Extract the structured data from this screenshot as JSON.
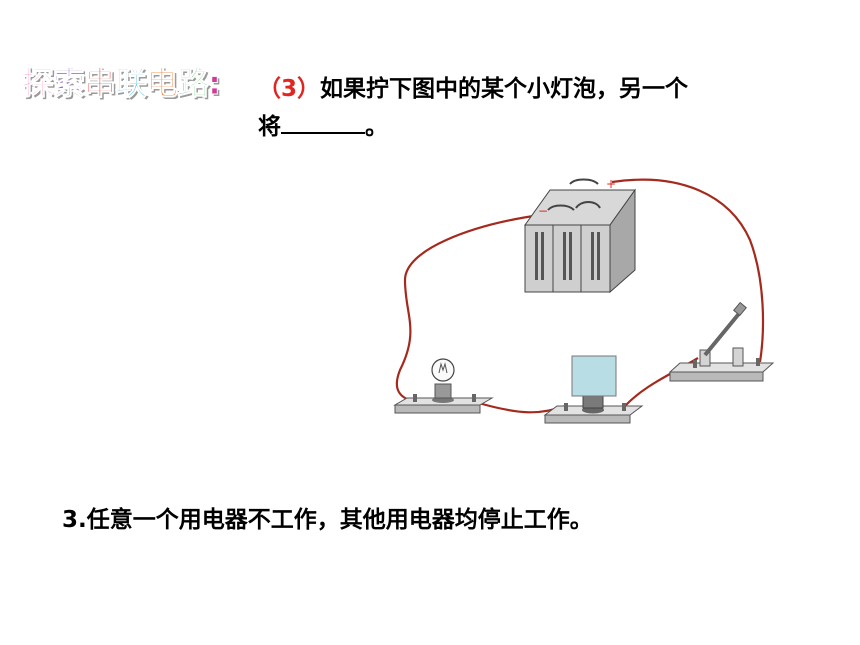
{
  "header": {
    "title_chars": [
      "探",
      "索",
      "串",
      "联",
      "电",
      "路",
      ":"
    ],
    "title_colors": [
      "#e83d8f",
      "#8a4fc7",
      "#e0261f",
      "#1aa5d9",
      "#f06a1a",
      "#3cb54a",
      "#d4389a"
    ]
  },
  "question": {
    "number": "（3）",
    "text_line1": "如果拧下图中的某个小灯泡，另一个",
    "text_line2_prefix": "将",
    "text_line2_suffix": "。"
  },
  "diagram": {
    "battery_plus_label": "+",
    "battery_minus_label": "−",
    "wire_color": "#a52a1e"
  },
  "point": {
    "number": "3.",
    "text": "任意一个用电器不工作，其他用电器均停止工作。"
  }
}
